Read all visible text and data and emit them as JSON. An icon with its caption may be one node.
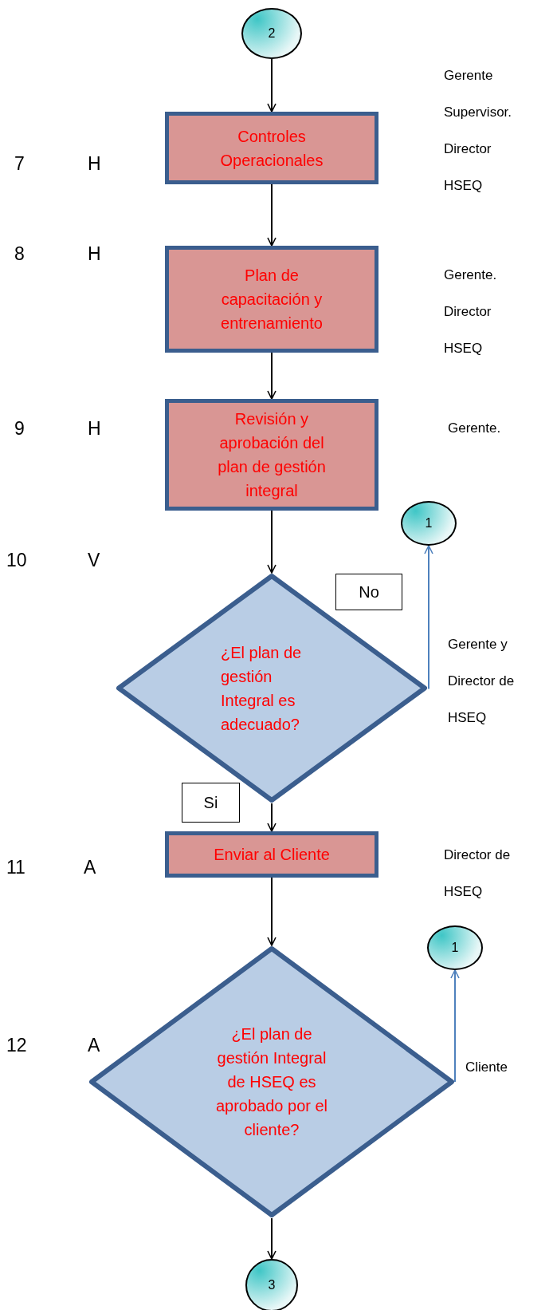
{
  "diagram": {
    "nodes": [
      {
        "text": [
          "2"
        ]
      },
      {
        "text": [
          "Controles Operacionales"
        ]
      },
      {
        "text": [
          "Plan de capacitación y entrenamiento"
        ]
      },
      {
        "text": [
          "Revisión y aprobación del plan de gestión integral"
        ]
      },
      {
        "text": [
          "¿El plan de gestión Integral es adecuado?"
        ]
      },
      {
        "text": [
          "1"
        ]
      },
      {
        "text": [
          "Enviar al Cliente"
        ]
      },
      {
        "text": [
          "¿El plan de gestión Integral de HSEQ es aprobado por el cliente?"
        ]
      },
      {
        "text": [
          "1"
        ]
      },
      {
        "text": [
          "3"
        ]
      }
    ],
    "edges": [
      {
        "from": 0,
        "to": 1,
        "arrow": "to"
      },
      {
        "from": 1,
        "to": 2,
        "arrow": "to"
      },
      {
        "from": 2,
        "to": 3,
        "arrow": "to"
      },
      {
        "from": 3,
        "to": 4,
        "arrow": "to"
      },
      {
        "from": 4,
        "to": 5,
        "arrow": "to",
        "label": "No",
        "color": "#4f81bd"
      },
      {
        "from": 4,
        "to": 6,
        "arrow": "to",
        "label": "Si"
      },
      {
        "from": 6,
        "to": 7,
        "arrow": "to"
      },
      {
        "from": 7,
        "to": 8,
        "arrow": "to",
        "color": "#4f81bd"
      },
      {
        "from": 7,
        "to": 9,
        "arrow": "to"
      }
    ],
    "labels": [
      "Gerente Supervisor. Director HSEQ",
      "7",
      "H",
      "8",
      "H",
      "Gerente. Director HSEQ",
      "9",
      "H",
      "Gerente.",
      "10",
      "V",
      "Gerente y Director de HSEQ",
      "11",
      "A",
      "Director de HSEQ",
      "12",
      "A",
      "Cliente"
    ]
  }
}
